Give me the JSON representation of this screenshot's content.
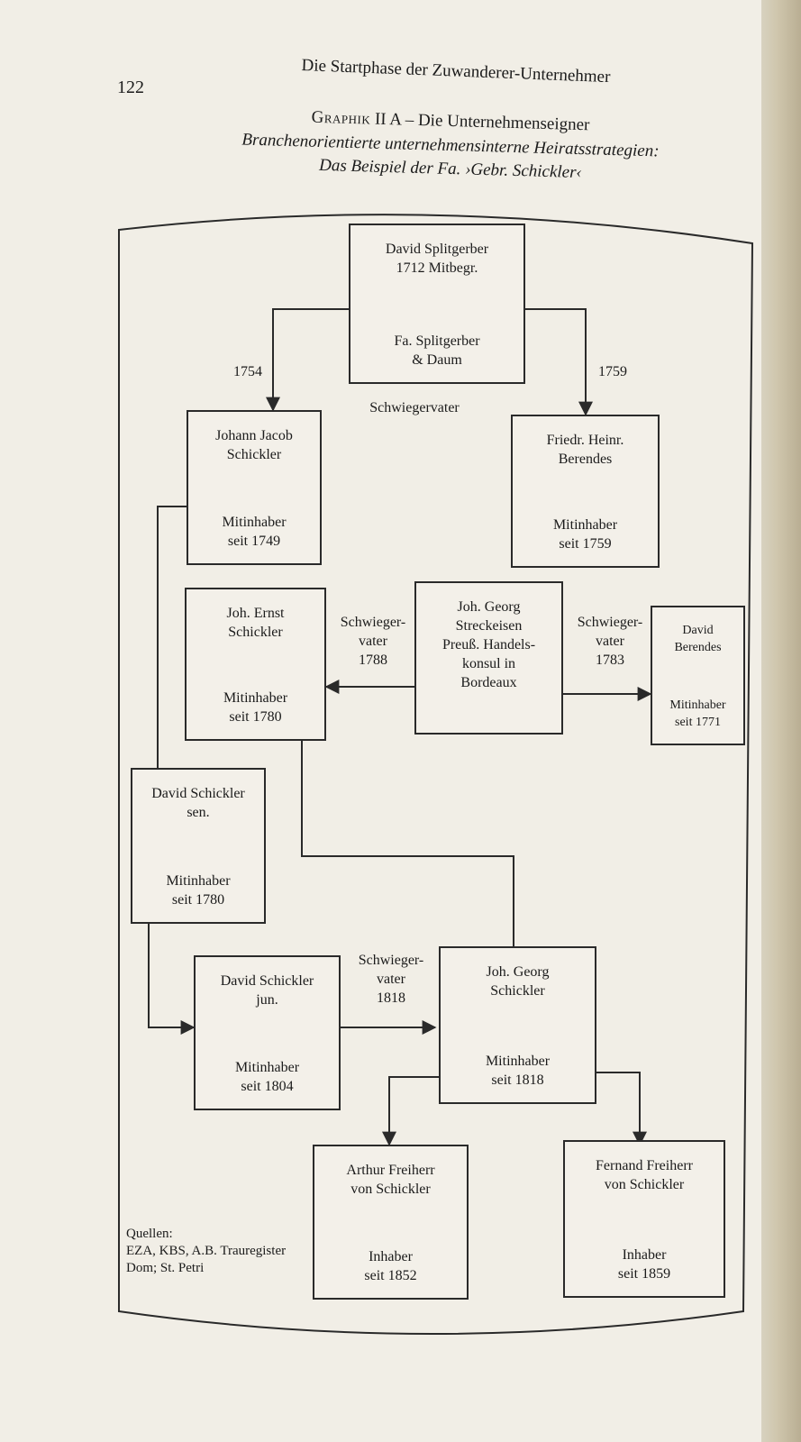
{
  "page": {
    "running_head": "Die Startphase der Zuwanderer-Unternehmer",
    "page_number": "122"
  },
  "figure": {
    "title_prefix": "Graphik",
    "title_rest": "II A – Die Unternehmenseigner",
    "subtitle": "Branchenorientierte unternehmensinterne Heiratsstrategien:",
    "subtitle2": "Das Beispiel der Fa. ›Gebr. Schickler‹"
  },
  "nodes": {
    "splitgerber": {
      "name1": "David Splitgerber",
      "name2": "1712 Mitbegr.",
      "role1": "Fa. Splitgerber",
      "role2": "& Daum"
    },
    "jj_schickler": {
      "name1": "Johann Jacob",
      "name2": "Schickler",
      "role1": "Mitinhaber",
      "role2": "seit 1749"
    },
    "berendes_f": {
      "name1": "Friedr. Heinr.",
      "name2": "Berendes",
      "role1": "Mitinhaber",
      "role2": "seit 1759"
    },
    "je_schickler": {
      "name1": "Joh. Ernst",
      "name2": "Schickler",
      "role1": "Mitinhaber",
      "role2": "seit 1780"
    },
    "streckeisen": {
      "name1": "Joh. Georg",
      "name2": "Streckeisen",
      "role1": "Preuß. Handels-",
      "role2": "konsul in",
      "role3": "Bordeaux"
    },
    "berendes_d": {
      "name1": "David",
      "name2": "Berendes",
      "role1": "Mitinhaber",
      "role2": "seit 1771"
    },
    "ds_sen": {
      "name1": "David Schickler",
      "name2": "sen.",
      "role1": "Mitinhaber",
      "role2": "seit 1780"
    },
    "ds_jun": {
      "name1": "David Schickler",
      "name2": "jun.",
      "role1": "Mitinhaber",
      "role2": "seit 1804"
    },
    "jg_schickler": {
      "name1": "Joh. Georg",
      "name2": "Schickler",
      "role1": "Mitinhaber",
      "role2": "seit 1818"
    },
    "arthur": {
      "name1": "Arthur Freiherr",
      "name2": "von Schickler",
      "role1": "Inhaber",
      "role2": "seit 1852"
    },
    "fernand": {
      "name1": "Fernand Freiherr",
      "name2": "von Schickler",
      "role1": "Inhaber",
      "role2": "seit 1859"
    }
  },
  "labels": {
    "year_1754": "1754",
    "year_1759": "1759",
    "schwiegervater_top": "Schwiegervater",
    "sv_1788": {
      "l1": "Schwieger-",
      "l2": "vater",
      "l3": "1788"
    },
    "sv_1783": {
      "l1": "Schwieger-",
      "l2": "vater",
      "l3": "1783"
    },
    "sv_1818": {
      "l1": "Schwieger-",
      "l2": "vater",
      "l3": "1818"
    }
  },
  "sources": {
    "l1": "Quellen:",
    "l2": "EZA, KBS, A.B. Trauregister",
    "l3": "Dom; St. Petri"
  }
}
